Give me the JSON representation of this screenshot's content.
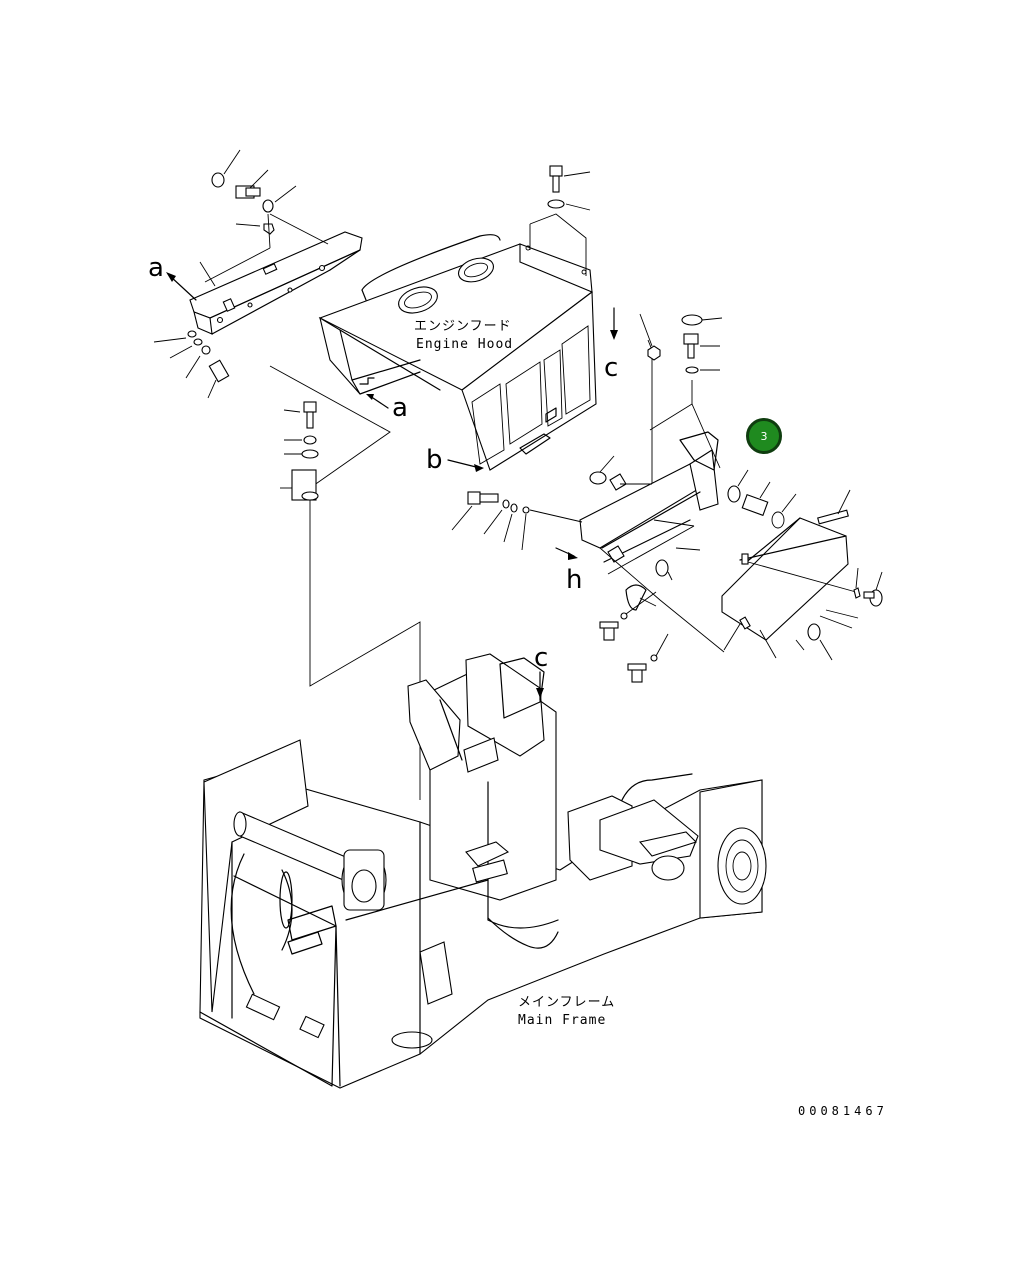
{
  "labels": {
    "engine_hood_jp": "エンジンフード",
    "engine_hood_en": "Engine Hood",
    "main_frame_jp": "メインフレーム",
    "main_frame_en": "Main Frame"
  },
  "refs": {
    "a": "a",
    "b": "b",
    "c": "c",
    "h": "h"
  },
  "callout": {
    "number": "3",
    "color": "#1f8a1f",
    "border_color": "#0f3d0f"
  },
  "doc_number": "00081467"
}
